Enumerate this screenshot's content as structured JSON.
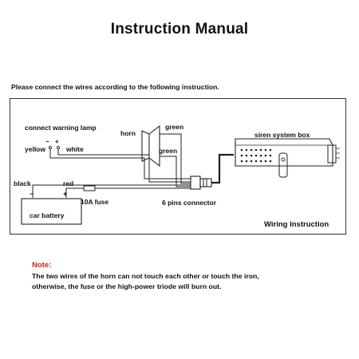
{
  "header": {
    "title": "Instruction Manual",
    "instruction": "Please connect the wires according to the following instruction."
  },
  "diagram": {
    "lamp_label": "connect warning lamp",
    "yellow": "yellow",
    "white": "white",
    "horn": "horn",
    "green_top": "green",
    "green_bottom": "green",
    "siren_box": "siren system box",
    "black": "black",
    "red": "red",
    "fuse": "10A fuse",
    "battery": "car battery",
    "connector": "6 pins connector",
    "caption": "Wiring Instruction",
    "minus_sign": "−",
    "plus_sign": "+"
  },
  "note": {
    "label": "Note:",
    "line1": "The two wires of the horn can not touch each other or touch the iron,",
    "line2": "otherwise, the fuse or the high-power triode will burn out."
  },
  "colors": {
    "note_label": "#c0261b",
    "line": "#222222"
  }
}
